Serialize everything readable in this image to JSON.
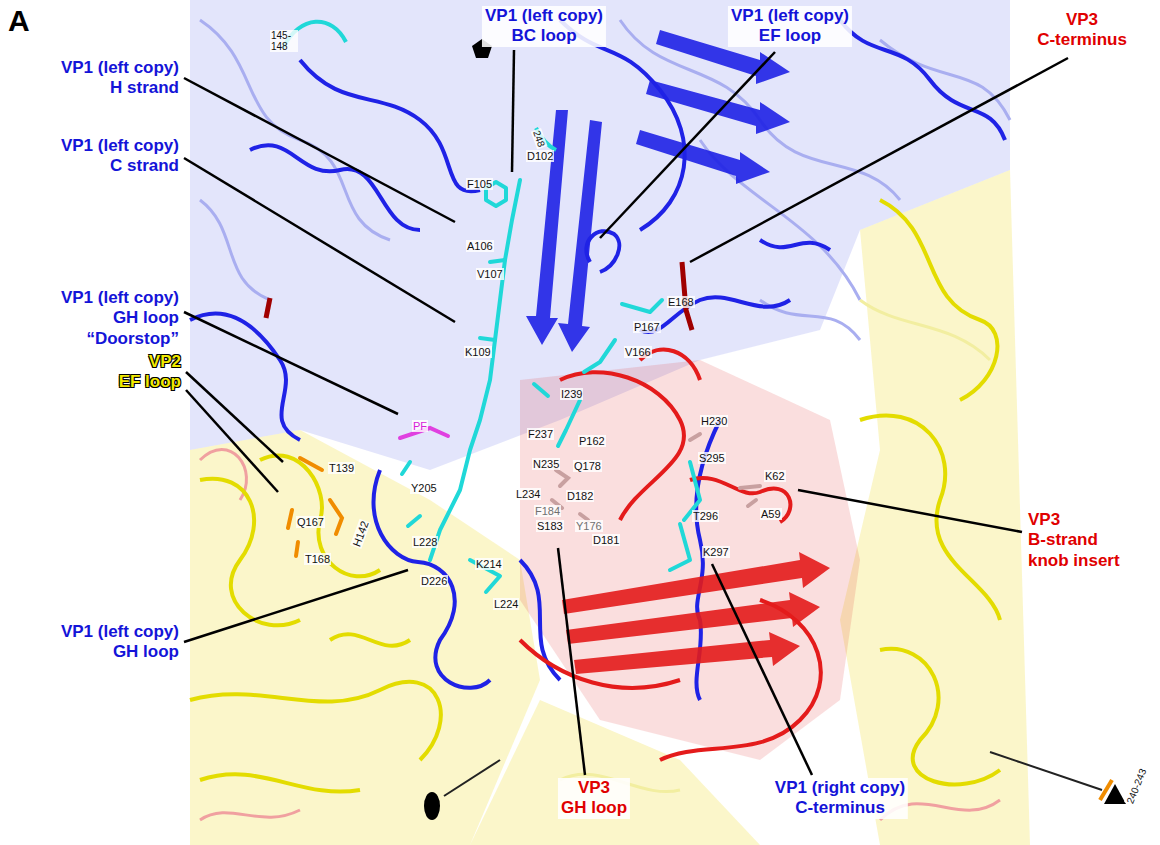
{
  "diagram": {
    "labels": [
      "A",
      "145-148",
      "VP1 (left copy) BC loop",
      "VP1 (left copy) EF loop",
      "VP1 (left copy) H strand",
      "248",
      "VP3 C-terminus",
      "D102",
      "VP1 (left copy) C strand",
      "F105",
      "A106",
      "V107",
      "E168",
      "P167",
      "VP1 (left copy) GH loop “Doorstop”",
      "V166",
      "K109",
      "I239",
      "H230",
      "PF",
      "F237",
      "P162",
      "N235",
      "Q178",
      "L234",
      "VP2 EF loop",
      "T139",
      "Y205",
      "D182",
      "S295",
      "K62",
      "F184",
      "Q167",
      "S183",
      "Y176",
      "D181",
      "T296",
      "A59",
      "VP3 B-strand knob insert",
      "H142",
      "T168",
      "L228",
      "K297",
      "K214",
      "D226",
      "L224",
      "VP1 (left copy) GH loop",
      "240-243",
      "VP3 GH loop",
      "VP1 (right copy) C-terminus"
    ]
  }
}
